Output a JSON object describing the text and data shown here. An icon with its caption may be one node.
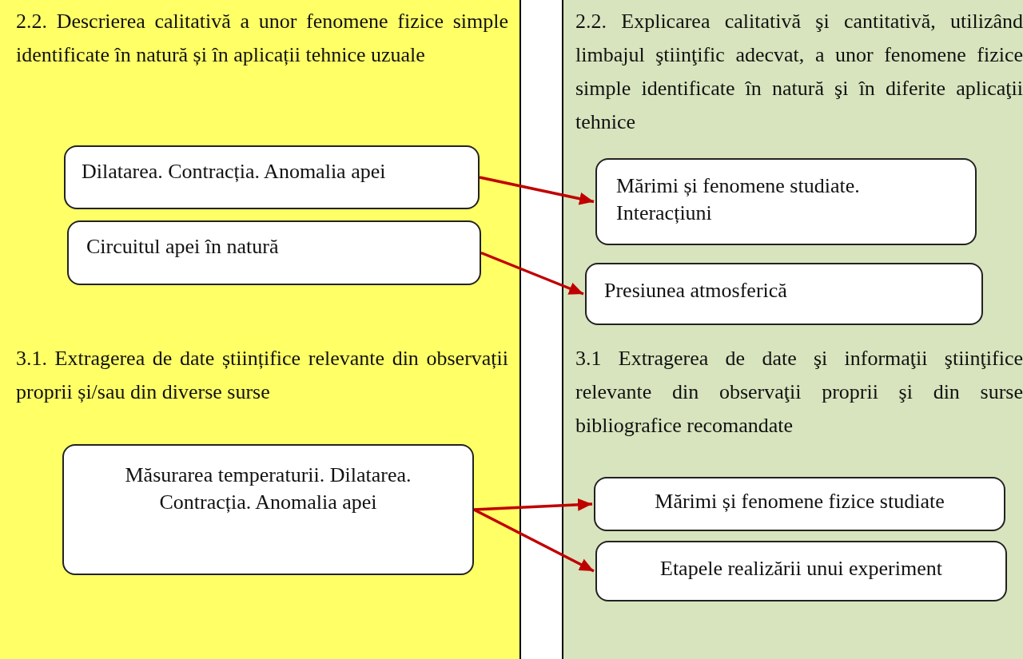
{
  "diagram": {
    "nodes": [
      {
        "text": [
          "2.2. Descrierea calitativă a unor fenomene fizice simple identificate în natură și în aplicații tehnice uzuale",
          "3.1. Extragerea de date științifice relevante din observații proprii și/sau din diverse surse"
        ]
      },
      {
        "text": [
          "Dilatarea. Contracția. Anomalia apei"
        ],
        "in": 0
      },
      {
        "text": [
          "Circuitul apei în natură"
        ],
        "in": 0
      },
      {
        "text": [
          "Măsurarea temperaturii. Dilatarea. Contracția. Anomalia apei"
        ],
        "in": 0
      },
      {
        "text": [
          "2.2. Explicarea calitativă şi cantitativă, utilizând limbajul ştiinţific adecvat, a unor fenomene fizice simple identificate în natură şi în diferite aplicaţii tehnice",
          "3.1 Extragerea de date şi informaţii ştiinţifice relevante din observaţii proprii şi din surse bibliografice recomandate"
        ]
      },
      {
        "text": [
          "Mărimi și fenomene studiate. Interacțiuni"
        ],
        "in": 4
      },
      {
        "text": [
          "Presiunea atmosferică"
        ],
        "in": 4
      },
      {
        "text": [
          "Mărimi și fenomene fizice studiate"
        ],
        "in": 4
      },
      {
        "text": [
          "Etapele realizării unui experiment"
        ],
        "in": 4
      }
    ],
    "edges": [
      {
        "from": 1,
        "to": 5,
        "arrow": "to"
      },
      {
        "from": 2,
        "to": 6,
        "arrow": "to"
      },
      {
        "from": 3,
        "to": 7,
        "arrow": "to"
      },
      {
        "from": 3,
        "to": 8,
        "arrow": "to"
      }
    ]
  }
}
